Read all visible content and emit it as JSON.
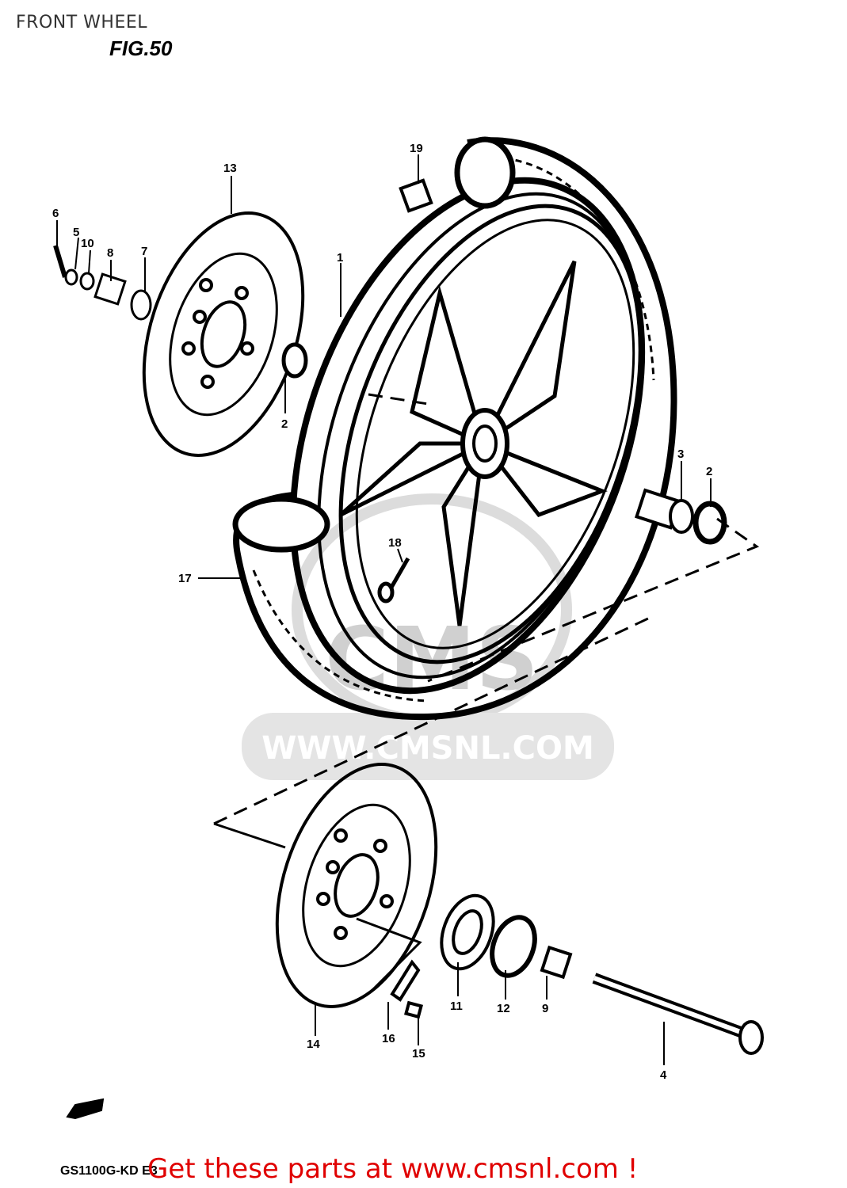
{
  "header": {
    "title": "FRONT WHEEL",
    "figure": "FIG.50"
  },
  "callouts": [
    "1",
    "2",
    "2",
    "3",
    "4",
    "5",
    "6",
    "7",
    "8",
    "9",
    "10",
    "11",
    "12",
    "13",
    "14",
    "15",
    "16",
    "17",
    "18",
    "19"
  ],
  "watermark": {
    "text": "WWW.CMSNL.COM",
    "logo": "CMS"
  },
  "footer": {
    "model_code": "GS1100G-KD E3",
    "cta": "Get these parts at www.cmsnl.com !"
  },
  "colors": {
    "ink": "#000000",
    "watermark": "#d0d0d0",
    "cta": "#e00000"
  }
}
